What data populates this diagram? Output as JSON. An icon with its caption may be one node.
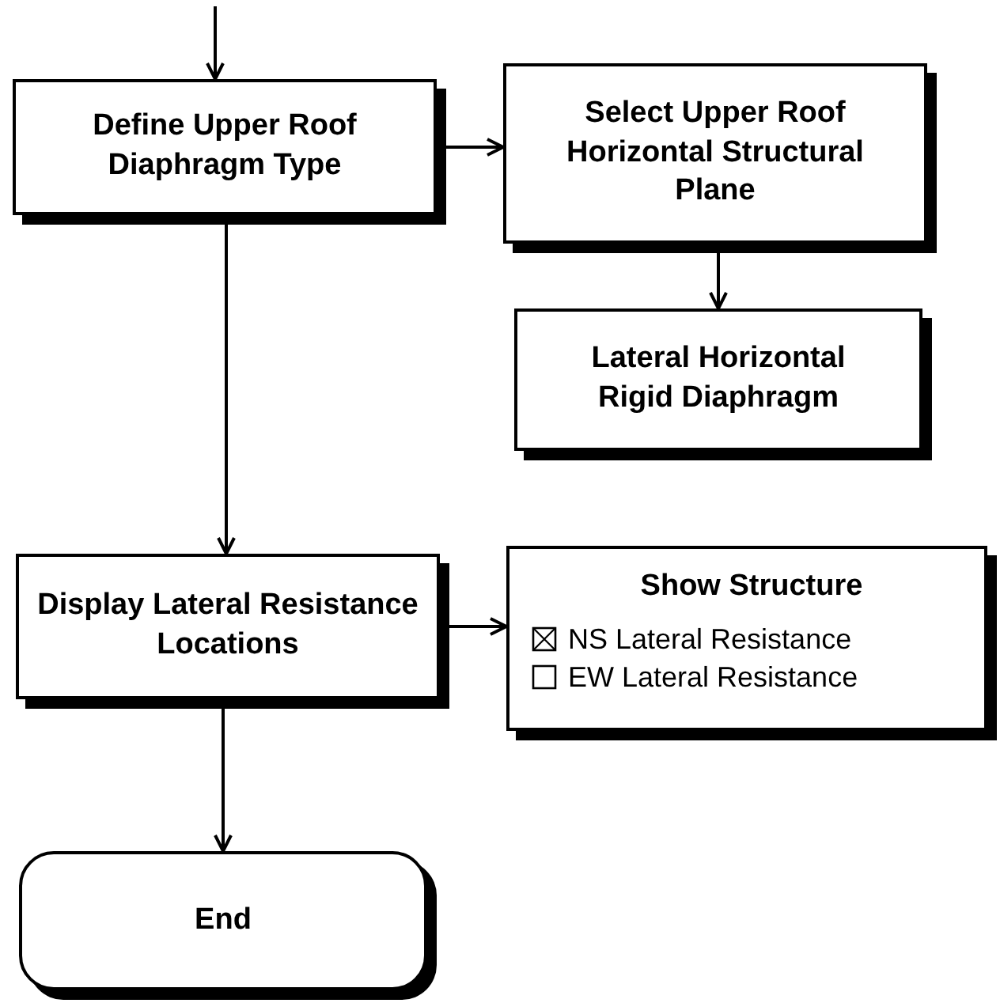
{
  "diagram": {
    "nodes": [
      {
        "text": [
          "Define Upper Roof Diaphragm Type"
        ]
      },
      {
        "text": [
          "Select Upper Roof Horizontal Structural Plane"
        ]
      },
      {
        "text": [
          "Lateral Horizontal Rigid Diaphragm"
        ]
      },
      {
        "text": [
          "Display Lateral Resistance Locations"
        ]
      },
      {
        "text": [
          "Show Structure",
          "NS Lateral Resistance",
          "EW Lateral Resistance"
        ]
      },
      {
        "text": [
          "End"
        ]
      }
    ],
    "edges": [
      {
        "from": null,
        "to": 0,
        "arrow": "to"
      },
      {
        "from": 0,
        "to": 1,
        "arrow": "to"
      },
      {
        "from": 1,
        "to": 2,
        "arrow": "to"
      },
      {
        "from": 0,
        "to": 3,
        "arrow": "to"
      },
      {
        "from": 3,
        "to": 4,
        "arrow": "to"
      },
      {
        "from": 3,
        "to": 5,
        "arrow": "to"
      }
    ]
  }
}
